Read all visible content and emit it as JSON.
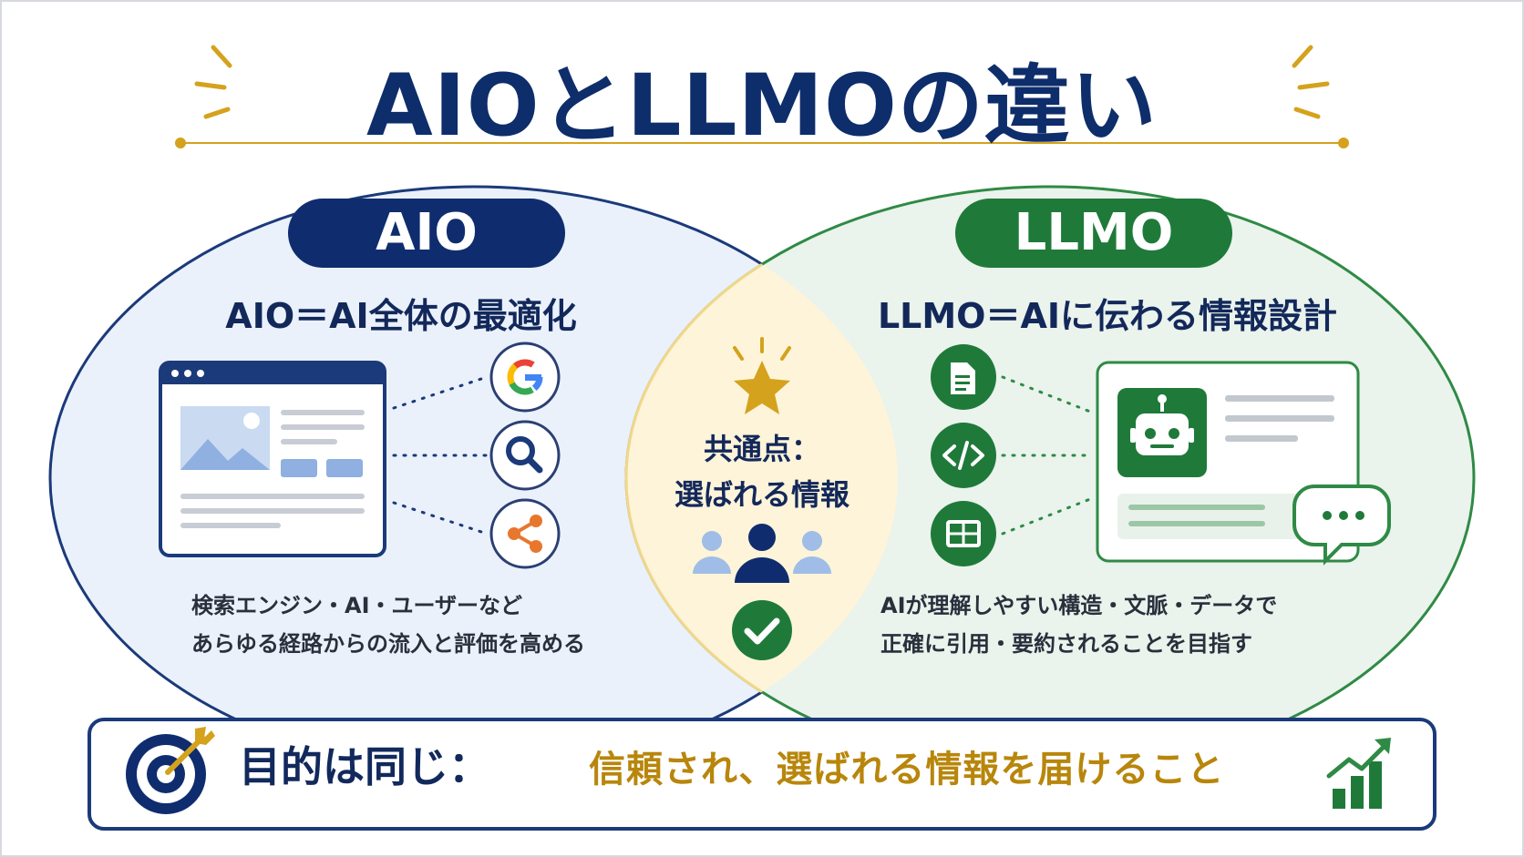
{
  "title": "AIOとLLMOの違い",
  "aio": {
    "badge": "AIO",
    "heading": "AIO＝AI全体の最適化",
    "desc_line1": "検索エンジン・AI・ユーザーなど",
    "desc_line2": "あらゆる経路からの流入と評価を高める",
    "icons": [
      "google-icon",
      "search-icon",
      "share-icon"
    ]
  },
  "llmo": {
    "badge": "LLMO",
    "heading": "LLMO＝AIに伝わる情報設計",
    "desc_line1": "AIが理解しやすい構造・文脈・データで",
    "desc_line2": "正確に引用・要約されることを目指す",
    "icons": [
      "document-icon",
      "code-icon",
      "table-icon"
    ]
  },
  "common": {
    "label_line1": "共通点：",
    "label_line2": "選ばれる情報"
  },
  "goal": {
    "lead": "目的は同じ：",
    "text": "信頼され、選ばれる情報を届けること"
  },
  "colors": {
    "navy": "#0f2d6e",
    "green": "#1f7a3a",
    "gold": "#d4a21c",
    "aio_fill": "#eaf1fb",
    "llmo_fill": "#eaf3ec",
    "center_fill": "#fdf4d9"
  }
}
